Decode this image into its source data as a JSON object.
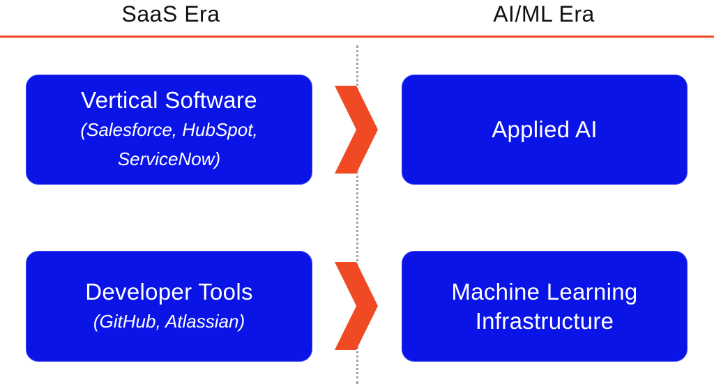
{
  "headers": {
    "left": "SaaS Era",
    "right": "AI/ML Era"
  },
  "rows": [
    {
      "left": {
        "title": "Vertical Software",
        "subtitle_line1": "(Salesforce, HubSpot,",
        "subtitle_line2": "ServiceNow)"
      },
      "right": {
        "title": "Applied AI"
      }
    },
    {
      "left": {
        "title": "Developer Tools",
        "subtitle_line1": "(GitHub, Atlassian)"
      },
      "right": {
        "title_line1": "Machine Learning",
        "title_line2": "Infrastructure"
      }
    }
  ],
  "colors": {
    "box_fill": "#0a14e6",
    "accent": "#ef4a24",
    "divider": "#9aa4ad",
    "text_on_box": "#ffffff",
    "header_text": "#111111"
  },
  "icons": {
    "transition": "chevron-right-icon"
  }
}
